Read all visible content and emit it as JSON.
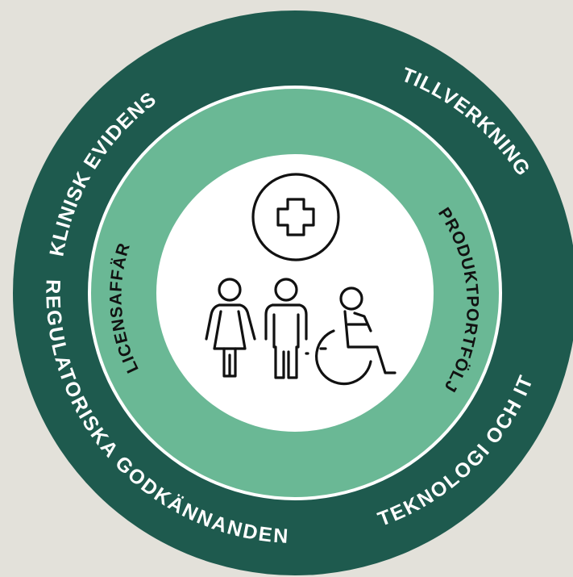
{
  "diagram": {
    "outer_ring_labels": {
      "top_left": "KLINISK EVIDENS",
      "top_right": "TILLVERKNING",
      "bottom_left": "REGULATORISKA GODKÄNNANDEN",
      "bottom_right": "TEKNOLOGI OCH IT"
    },
    "middle_ring_labels": {
      "left": "LICENSAFFÄR",
      "right": "PRODUKTPORTFÖLJ"
    },
    "center_icons": [
      "medical-cross-icon",
      "woman-icon",
      "man-icon",
      "wheelchair-user-icon"
    ]
  },
  "colors": {
    "background": "#e3e1da",
    "outer_ring": "#1e5a4e",
    "middle_ring": "#6ab895",
    "center": "#ffffff",
    "divider": "#ffffff",
    "text_outer": "#ffffff",
    "text_inner": "#111111"
  }
}
